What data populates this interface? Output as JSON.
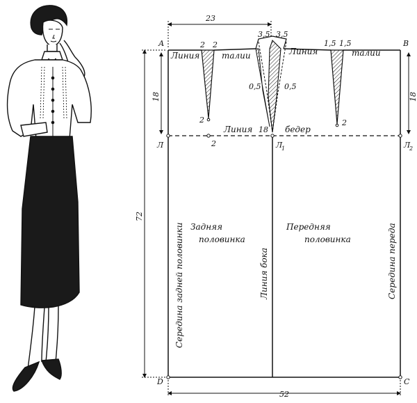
{
  "figure": {
    "illustration": "woman in blouse and pencil skirt",
    "points": {
      "A": "А",
      "B": "В",
      "L": "Л",
      "L1": "Л",
      "L1_sub": "1",
      "L2": "Л",
      "L2_sub": "2",
      "D": "D",
      "C": "С"
    },
    "lines": {
      "waist_left": "Линия",
      "waist_right": "талии",
      "waist_mid": "Линия",
      "waist_right2": "талии",
      "hip_left": "Линия",
      "hip_right": "бедер"
    },
    "panels": {
      "back_line1": "Задняя",
      "back_line2": "половинка",
      "front_line1": "Передняя",
      "front_line2": "половинка"
    },
    "vertical_labels": {
      "back_center": "Середина задней половинки",
      "side_line": "Линия бока",
      "front_center": "Середина переда"
    },
    "dims": {
      "top_width": "23",
      "width_total": "52",
      "height_total": "72",
      "hip_depth_left": "18",
      "hip_depth_right": "18",
      "hip_point": "18",
      "dart_back_a": "2",
      "dart_back_b": "2",
      "dart_back_bottom": "2",
      "dart_back_hip": "2",
      "side_a": "3,5",
      "side_b": "3,5",
      "side_c": "0,5",
      "side_d": "0,5",
      "front_a": "1,5",
      "front_b": "1,5",
      "front_bottom": "2"
    },
    "colors": {
      "ink": "#111111",
      "skin": "#ffffff",
      "skirt": "#1a1a1a"
    }
  }
}
